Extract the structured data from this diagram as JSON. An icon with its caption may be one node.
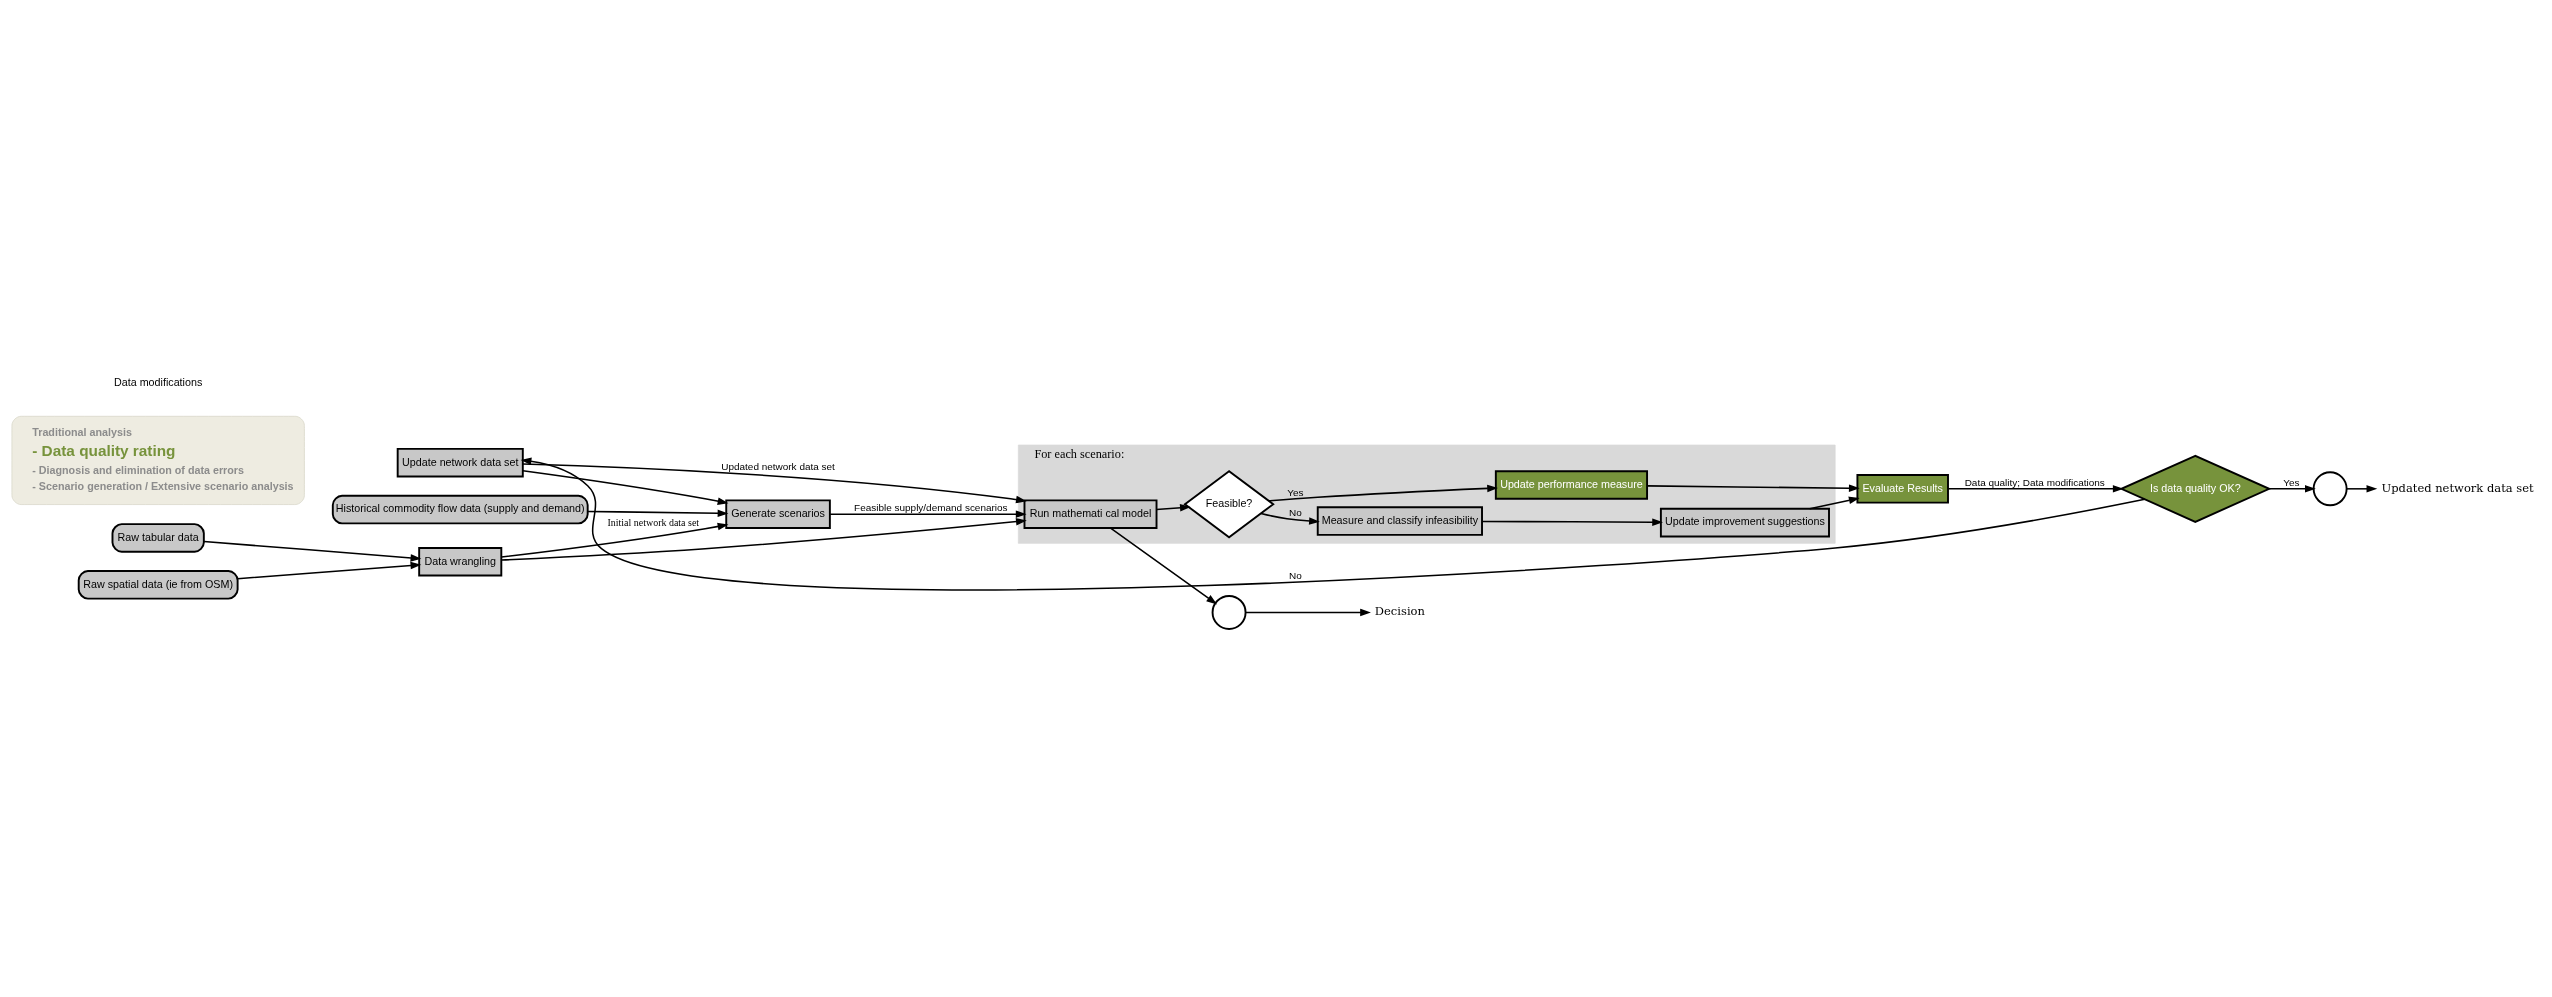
{
  "diagram": {
    "nodes": [
      {
        "text": [
          "Raw tabular data"
        ]
      },
      {
        "text": [
          "Raw spatial data (ie from OSM)"
        ]
      },
      {
        "text": [
          "Data wrangling"
        ]
      },
      {
        "text": [
          "Historical commodity flow data (supply and demand)"
        ]
      },
      {
        "text": [
          "Update network data set"
        ]
      },
      {
        "text": [
          "Generate scenarios"
        ]
      },
      {
        "text": [
          "For each scenario:"
        ]
      },
      {
        "text": [
          "Run mathemati cal model"
        ],
        "in": 6
      },
      {
        "text": [
          "Feasible?"
        ],
        "in": 6
      },
      {
        "text": [
          "Update performance measure"
        ],
        "in": 6
      },
      {
        "text": [
          "Measure and classify infeasibility"
        ],
        "in": 6
      },
      {
        "text": [
          "Update improvement suggestions"
        ],
        "in": 6
      },
      {
        "text": [
          "Evaluate Results"
        ]
      },
      {
        "text": [
          "Is data quality OK?"
        ]
      },
      {
        "text": [],
        "shape": "circle"
      },
      {
        "text": [],
        "shape": "circle"
      },
      {
        "text": [
          "Traditional analysis",
          "- Data quality rating",
          "- Diagnosis and elimination of data errors",
          "- Scenario generation / Extensive scenario analysis"
        ]
      },
      {
        "text": [
          "Decision"
        ]
      },
      {
        "text": [
          "Updated network data set"
        ]
      }
    ],
    "edges": [
      {
        "from": 0,
        "to": 2,
        "arrow": "to"
      },
      {
        "from": 1,
        "to": 2,
        "arrow": "to"
      },
      {
        "from": 2,
        "to": 7,
        "arrow": "to"
      },
      {
        "from": 2,
        "to": 5,
        "arrow": "to",
        "label": "Initial network data set"
      },
      {
        "from": 3,
        "to": 5,
        "arrow": "to"
      },
      {
        "from": 4,
        "to": 5,
        "arrow": "to"
      },
      {
        "from": 4,
        "to": 7,
        "arrow": "to",
        "label": "Updated network data set"
      },
      {
        "from": 5,
        "to": 7,
        "arrow": "to",
        "label": "Feasible supply/demand scenarios"
      },
      {
        "from": 7,
        "to": 14,
        "arrow": "to"
      },
      {
        "from": 7,
        "to": 8,
        "arrow": "to"
      },
      {
        "from": 8,
        "to": 9,
        "arrow": "to",
        "label": "Yes"
      },
      {
        "from": 8,
        "to": 10,
        "arrow": "to",
        "label": "No"
      },
      {
        "from": 9,
        "to": 12,
        "arrow": "to"
      },
      {
        "from": 10,
        "to": 11,
        "arrow": "to"
      },
      {
        "from": 11,
        "to": 12,
        "arrow": "to"
      },
      {
        "from": 12,
        "to": 13,
        "arrow": "to",
        "label": "Data quality; Data modifications"
      },
      {
        "from": 13,
        "to": 15,
        "arrow": "to",
        "label": "Yes"
      },
      {
        "from": 13,
        "to": 4,
        "arrow": "to",
        "label": "No"
      },
      {
        "from": 14,
        "to": 17,
        "arrow": "to"
      },
      {
        "from": 15,
        "to": 18,
        "arrow": "to"
      }
    ],
    "labels": [
      "Data modifications"
    ]
  }
}
